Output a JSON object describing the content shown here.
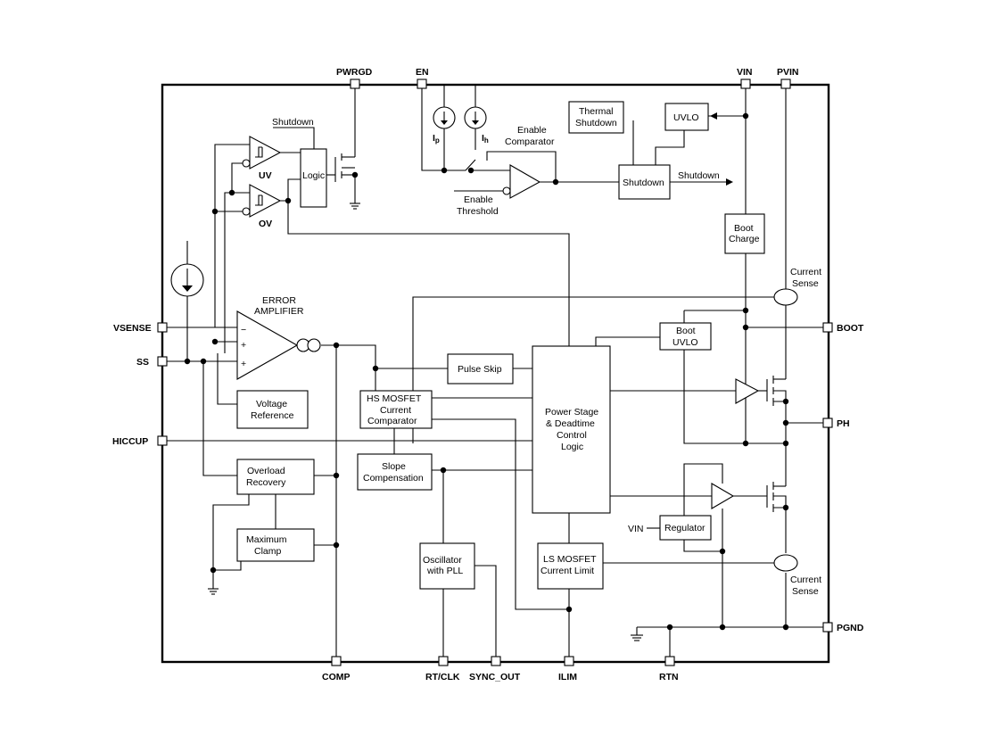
{
  "pins": {
    "pwrgd": "PWRGD",
    "en": "EN",
    "vin": "VIN",
    "pvin": "PVIN",
    "vsense": "VSENSE",
    "ss": "SS",
    "hiccup": "HICCUP",
    "boot": "BOOT",
    "ph": "PH",
    "pgnd": "PGND",
    "comp": "COMP",
    "rtclk": "RT/CLK",
    "sync_out": "SYNC_OUT",
    "ilim": "ILIM",
    "rtn": "RTN"
  },
  "blocks": {
    "logic": "Logic",
    "shutdown_top": "Shutdown",
    "uv": "UV",
    "ov": "OV",
    "ip": "I",
    "ip_sub": "p",
    "ih": "I",
    "ih_sub": "h",
    "enable_comparator": [
      "Enable",
      "Comparator"
    ],
    "enable_threshold": [
      "Enable",
      "Threshold"
    ],
    "thermal_shutdown": [
      "Thermal",
      "Shutdown"
    ],
    "uvlo": "UVLO",
    "shutdown_block": "Shutdown",
    "shutdown_out": "Shutdown",
    "boot_charge": [
      "Boot",
      "Charge"
    ],
    "current_sense_top": [
      "Current",
      "Sense"
    ],
    "error_amplifier": [
      "ERROR",
      "AMPLIFIER"
    ],
    "minus": "−",
    "plus": "+",
    "boot_uvlo": [
      "Boot",
      "UVLO"
    ],
    "pulse_skip": "Pulse Skip",
    "voltage_reference": [
      "Voltage",
      "Reference"
    ],
    "hs_mosfet": [
      "HS MOSFET",
      "Current",
      "Comparator"
    ],
    "power_stage": [
      "Power Stage",
      "& Deadtime",
      "Control",
      "Logic"
    ],
    "slope_comp": [
      "Slope",
      "Compensation"
    ],
    "overload_recovery": [
      "Overload",
      "Recovery"
    ],
    "maximum_clamp": [
      "Maximum",
      "Clamp"
    ],
    "vin_label": "VIN",
    "regulator": "Regulator",
    "oscillator": [
      "Oscillator",
      "with PLL"
    ],
    "ls_mosfet": [
      "LS MOSFET",
      "Current Limit"
    ],
    "current_sense_bottom": [
      "Current",
      "Sense"
    ]
  }
}
